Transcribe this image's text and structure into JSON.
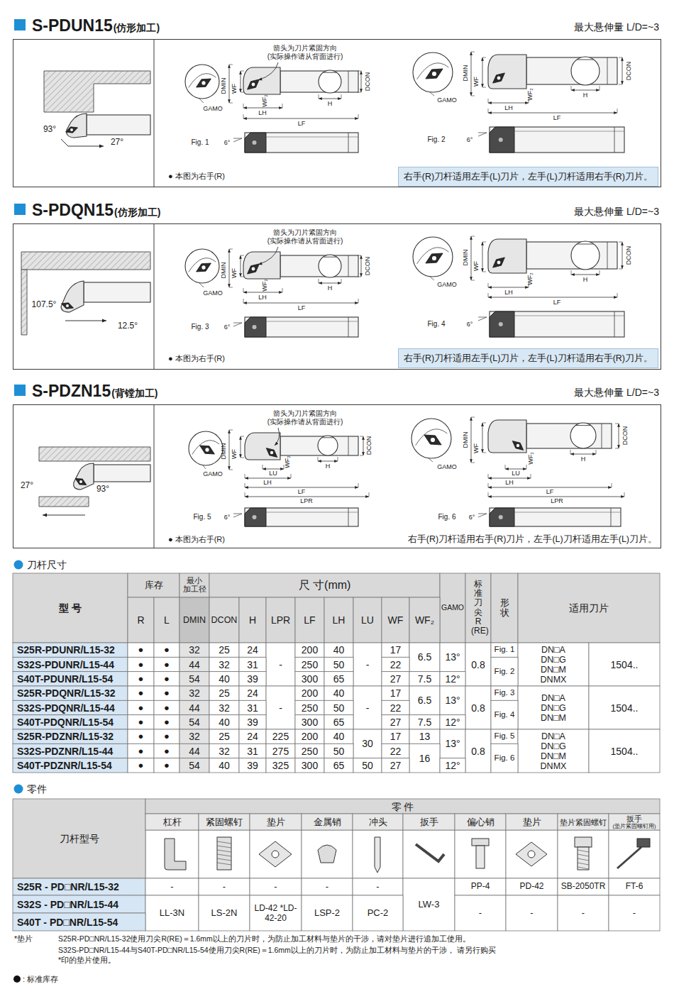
{
  "diagram": {
    "nodes": [
      {
        "text": [
          "S-PDUN15",
          "(仿形加工)",
          "最大悬伸量 L/D=~3"
        ]
      },
      {
        "text": [
          "右手(R)刀杆适用左手(L)刀片，左手(L)刀杆适用右手(R)刀片。"
        ],
        "in": 0
      },
      {
        "text": [
          "S-PDQN15",
          "(仿形加工)",
          "最大悬伸量 L/D=~3"
        ]
      },
      {
        "text": [
          "右手(R)刀杆适用左手(L)刀片，左手(L)刀杆适用右手(R)刀片。"
        ],
        "in": 2
      },
      {
        "text": [
          "S-PDZN15",
          "(背镗加工)",
          "最大悬伸量 L/D=~3"
        ]
      }
    ],
    "labels": [
      "93°",
      "27°",
      "箭头为刀片紧固方向 (实际操作请从背面进行)",
      "DMIN",
      "WF",
      "WF₂",
      "GAMO",
      "LH",
      "LF",
      "H",
      "DCON",
      "Fig. 1",
      "6°",
      "DMIN",
      "WF",
      "WF₂",
      "GAMO",
      "LH",
      "LF",
      "H",
      "DCON",
      "Fig. 2",
      "6°",
      "● 本图为右手(R)",
      "107.5°",
      "12.5°",
      "箭头为刀片紧固方向 (实际操作请从背面进行)",
      "DMIN",
      "WF",
      "WF₂",
      "GAMO",
      "LH",
      "LF",
      "H",
      "DCON",
      "Fig. 3",
      "6°",
      "DMIN",
      "WF",
      "WF₂",
      "GAMO",
      "LH",
      "LF",
      "H",
      "DCON",
      "Fig. 4",
      "6°",
      "● 本图为右手(R)",
      "27°",
      "93°",
      "箭头为刀片紧固方向 (实际操作请从背面进行)",
      "DMIN",
      "WF",
      "WF₂",
      "LU",
      "LH",
      "LF",
      "LPR",
      "H",
      "DCON",
      "GAMO",
      "Fig. 5",
      "6°",
      "DMIN",
      "WF",
      "WF₂",
      "LU",
      "LH",
      "LF",
      "LPR",
      "H",
      "DCON",
      "GAMO",
      "Fig. 6",
      "6°",
      "● 本图为右手(R)",
      "右手(R)刀杆适用右手(R)刀片，左手(L)刀杆适用左手(L)刀片。",
      "刀杆尺寸",
      "型 号",
      "库存",
      "最小 加工径",
      "尺 寸(mm)",
      "GAMO",
      "标 准 刀 尖 R (RE)",
      "形 状",
      "适用刀片",
      "R",
      "L",
      "DMIN",
      "DCON",
      "H",
      "LPR",
      "LF",
      "LH",
      "LU",
      "WF",
      "WF₂",
      "S25R-PDUNR/L15-32",
      "●",
      "●",
      "32",
      "25",
      "24",
      "-",
      "200",
      "40",
      "-",
      "17",
      "6.5",
      "13°",
      "0.8",
      "Fig. 1",
      "DN□A DN□G DN□M DNMX",
      "1504..",
      "S32S-PDUNR/L15-44",
      "●",
      "●",
      "44",
      "32",
      "31",
      "250",
      "50",
      "22",
      "Fig. 2",
      "S40T-PDUNR/L15-54",
      "●",
      "●",
      "54",
      "40",
      "39",
      "300",
      "65",
      "27",
      "7.5",
      "12°",
      "S25R-PDQNR/L15-32",
      "●",
      "●",
      "32",
      "25",
      "24",
      "-",
      "200",
      "40",
      "-",
      "17",
      "6.5",
      "13°",
      "0.8",
      "Fig. 3",
      "DN□A DN□G DN□M",
      "1504..",
      "S32S-PDQNR/L15-44",
      "●",
      "●",
      "44",
      "32",
      "31",
      "250",
      "50",
      "22",
      "Fig. 4",
      "S40T-PDQNR/L15-54",
      "●",
      "●",
      "54",
      "40",
      "39",
      "300",
      "65",
      "27",
      "7.5",
      "12°",
      "S25R-PDZNR/L15-32",
      "●",
      "●",
      "32",
      "25",
      "24",
      "225",
      "200",
      "40",
      "30",
      "17",
      "13",
      "13°",
      "0.8",
      "Fig. 5",
      "DN□A DN□G DN□M DNMX",
      "1504..",
      "S32S-PDZNR/L15-44",
      "●",
      "●",
      "44",
      "32",
      "31",
      "275",
      "250",
      "50",
      "22",
      "16",
      "Fig. 6",
      "S40T-PDZNR/L15-54",
      "●",
      "●",
      "54",
      "40",
      "39",
      "325",
      "300",
      "65",
      "50",
      "27",
      "12°",
      "零件",
      "刀杆型号",
      "零 件",
      "杠杆",
      "紧固螺钉",
      "垫片",
      "金属销",
      "冲头",
      "扳手",
      "偏心销",
      "垫片",
      "垫片紧固螺钉",
      "扳手",
      "(垫片紧固螺钉用)",
      "S25R - PD□NR/L15-32",
      "-",
      "-",
      "-",
      "-",
      "-",
      "LW-3",
      "PP-4",
      "PD-42",
      "SB-2050TR",
      "FT-6",
      "S32S - PD□NR/L15-44",
      "LL-3N",
      "LS-2N",
      "LD-42 *LD-42-20",
      "LSP-2",
      "PC-2",
      "-",
      "-",
      "-",
      "-",
      "S40T - PD□NR/L15-54",
      "*垫片",
      "S25R-PD□NR/L15-32使用刀尖R(RE)＝1.6mm以上的刀片时，为防止加工材料与垫片的干涉，请对垫片进行追加工使用。",
      "S32S-PD□NR/L15-44与S40T-PD□NR/L15-54使用刀尖R(RE)＝1.6mm以上的刀片时，为防止加工材料与垫片的干涉， 请另行购买*印的垫片使用。"
    ],
    "legend": [
      {
        "text": ": 标准库存"
      }
    ]
  }
}
